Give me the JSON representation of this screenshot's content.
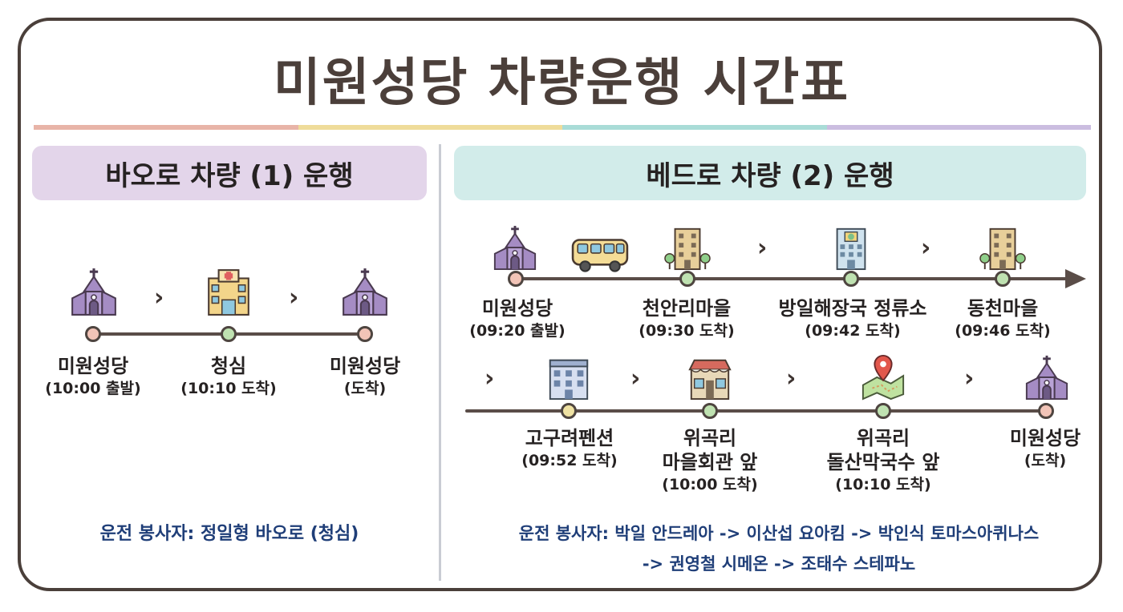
{
  "title": "미원성당 차량운행 시간표",
  "colors": {
    "rainbow": [
      "#e8b4a8",
      "#efdc9a",
      "#a9dcd7",
      "#cbbde0"
    ],
    "section1_bg": "#e3d5ea",
    "section2_bg": "#d2ecea",
    "dot_pink": "#f2c4b7",
    "dot_green": "#bfe2b1",
    "dot_yellow": "#efe2a3",
    "driver_text": "#1f3e78"
  },
  "route1": {
    "title": "바오로 차량 (1) 운행",
    "stops": [
      {
        "icon": "church-icon",
        "name": "미원성당",
        "time": "(10:00 출발)"
      },
      {
        "icon": "hospital-icon",
        "name": "청심",
        "time": "(10:10 도착)"
      },
      {
        "icon": "church-icon",
        "name": "미원성당",
        "time": "(도착)"
      }
    ],
    "driver": "운전 봉사자: 정일형 바오로 (청심)"
  },
  "route2": {
    "title": "베드로 차량 (2) 운행",
    "row1": [
      {
        "icon": "church-icon",
        "name": "미원성당",
        "time": "(09:20 출발)"
      },
      {
        "icon": "apartment-icon",
        "name": "천안리마을",
        "time": "(09:30 도착)"
      },
      {
        "icon": "office-building-icon",
        "name": "방일해장국 정류소",
        "time": "(09:42 도착)"
      },
      {
        "icon": "apartment-icon",
        "name": "동천마을",
        "time": "(09:46 도착)"
      }
    ],
    "row2": [
      {
        "icon": "pension-building-icon",
        "name": "고구려펜션",
        "time": "(09:52 도착)"
      },
      {
        "icon": "community-hall-icon",
        "name": "위곡리",
        "name2": "마을회관 앞",
        "time": "(10:00 도착)"
      },
      {
        "icon": "map-pin-icon",
        "name": "위곡리",
        "name2": "돌산막국수 앞",
        "time": "(10:10 도착)"
      },
      {
        "icon": "church-icon",
        "name": "미원성당",
        "time": "(도착)"
      }
    ],
    "driver_line1": "운전 봉사자: 박일 안드레아 -> 이산섭 요아킴 -> 박인식 토마스아퀴나스",
    "driver_line2": "-> 권영철 시메온 -> 조태수 스테파노",
    "bus_icon": "bus-icon"
  }
}
